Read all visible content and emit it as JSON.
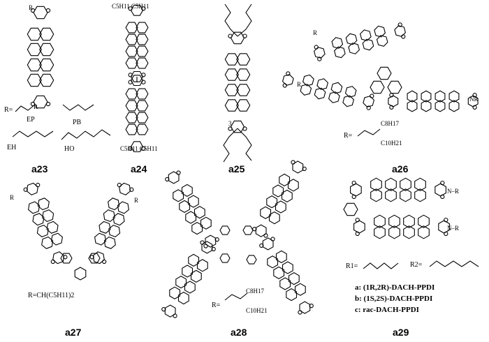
{
  "captions": {
    "a23": "a23",
    "a24": "a24",
    "a25": "a25",
    "a26": "a26",
    "a27": "a27",
    "a28": "a28",
    "a29": "a29"
  },
  "a23": {
    "r_top": "R",
    "r_bot": "R",
    "r_eq": "R=",
    "ep": "EP",
    "pb": "PB",
    "eh": "EH",
    "ho": "HO"
  },
  "a24": {
    "top_sub": "C5H11  C5H11",
    "bot_sub": "C5H11   C5H11"
  },
  "a25": {
    "ring_label": "3"
  },
  "a26": {
    "r1": "R",
    "r2": "R",
    "r3": "NR",
    "r_eq": "R=",
    "c8": "C8H17",
    "c10": "C10H21"
  },
  "a27": {
    "r_def": "R=CH(C5H11)2",
    "r1": "R",
    "r2": "R"
  },
  "a28": {
    "r_eq": "R=",
    "c8": "C8H17",
    "c10": "C10H21"
  },
  "a29": {
    "r1_eq": "R1=",
    "r2_eq": "R2=",
    "nr1": "N–R",
    "nr2": "N–R",
    "legend": [
      "a: (1R,2R)-DACH-PPDI",
      "b: (1S,2S)-DACH-PPDI",
      "c: rac-DACH-PPDI"
    ]
  }
}
